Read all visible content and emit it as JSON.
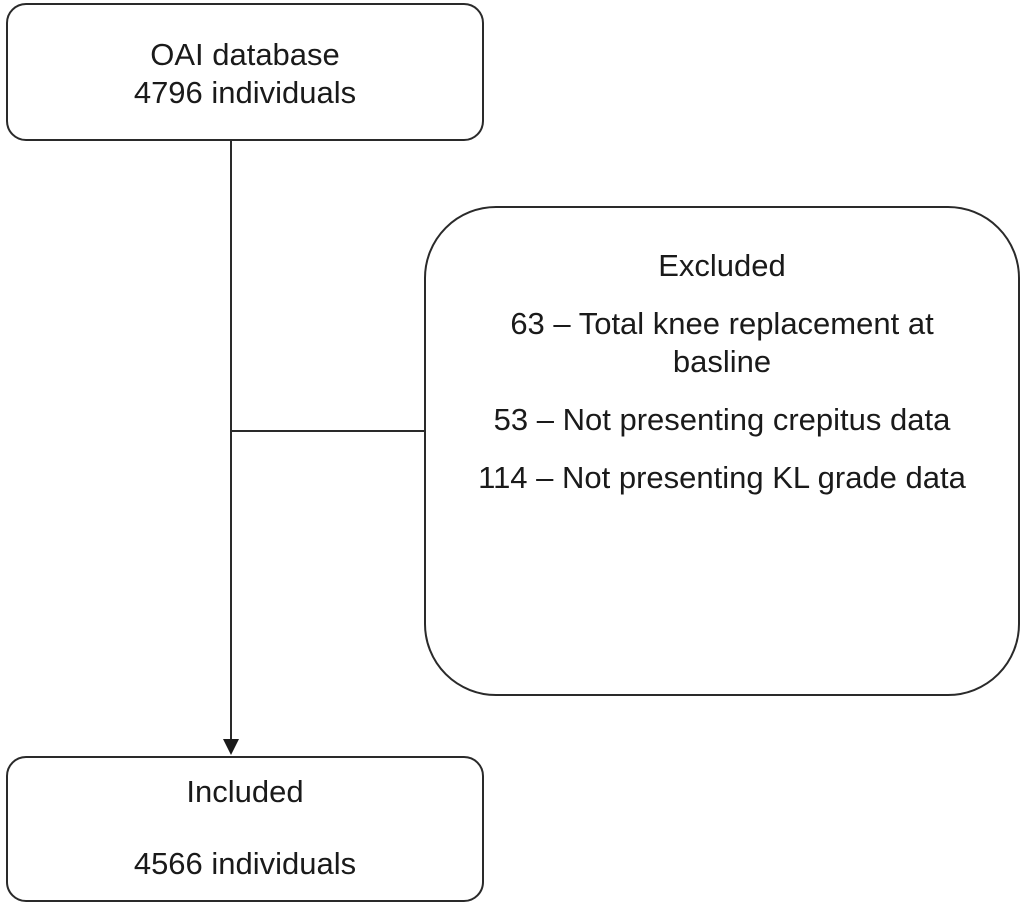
{
  "top_box": {
    "line1": "OAI database",
    "line2": "4796 individuals"
  },
  "excluded_box": {
    "title": "Excluded",
    "items": [
      "63 – Total knee replacement at basline",
      "53 – Not presenting crepitus data",
      "114 – Not presenting KL grade data"
    ]
  },
  "included_box": {
    "title": "Included",
    "count": "4566 individuals"
  }
}
